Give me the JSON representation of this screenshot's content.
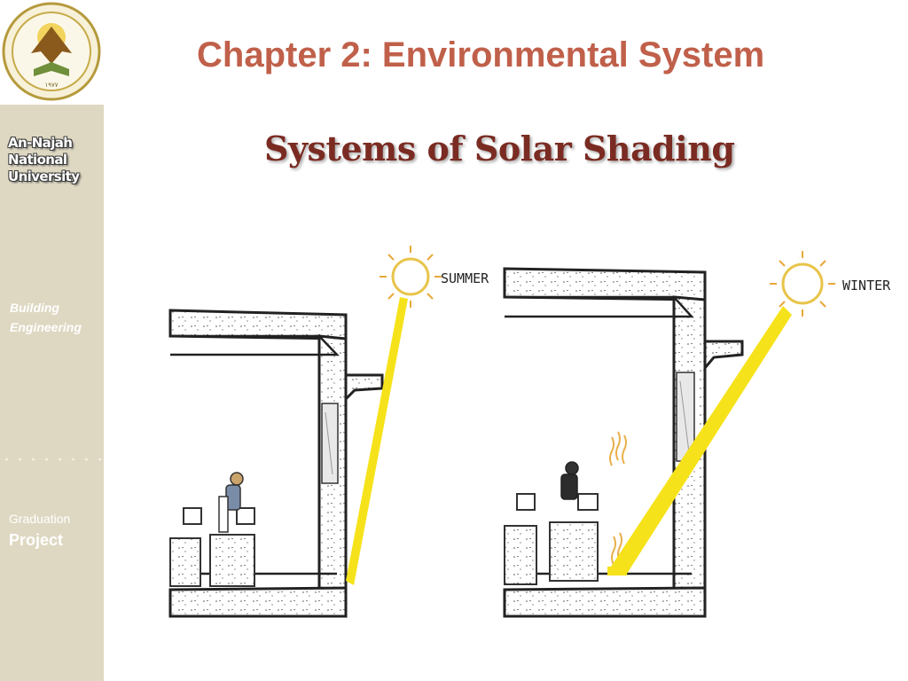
{
  "header": {
    "chapter_title": "Chapter 2: Environmental System",
    "slide_title": "Systems of Solar Shading"
  },
  "sidebar": {
    "university_lines": [
      "An-Najah",
      "National",
      "University"
    ],
    "department_lines": [
      "Building",
      "Engineering"
    ],
    "graduation_lines": [
      "Graduation",
      "Project"
    ]
  },
  "illustration": {
    "left_label": "SUMMER",
    "right_label": "WINTER"
  },
  "colors": {
    "chapter_title": "#c0604a",
    "slide_title": "#7a2b22",
    "sidebar_bg": "#ded8c2",
    "sun_ray": "#f6e21a"
  }
}
